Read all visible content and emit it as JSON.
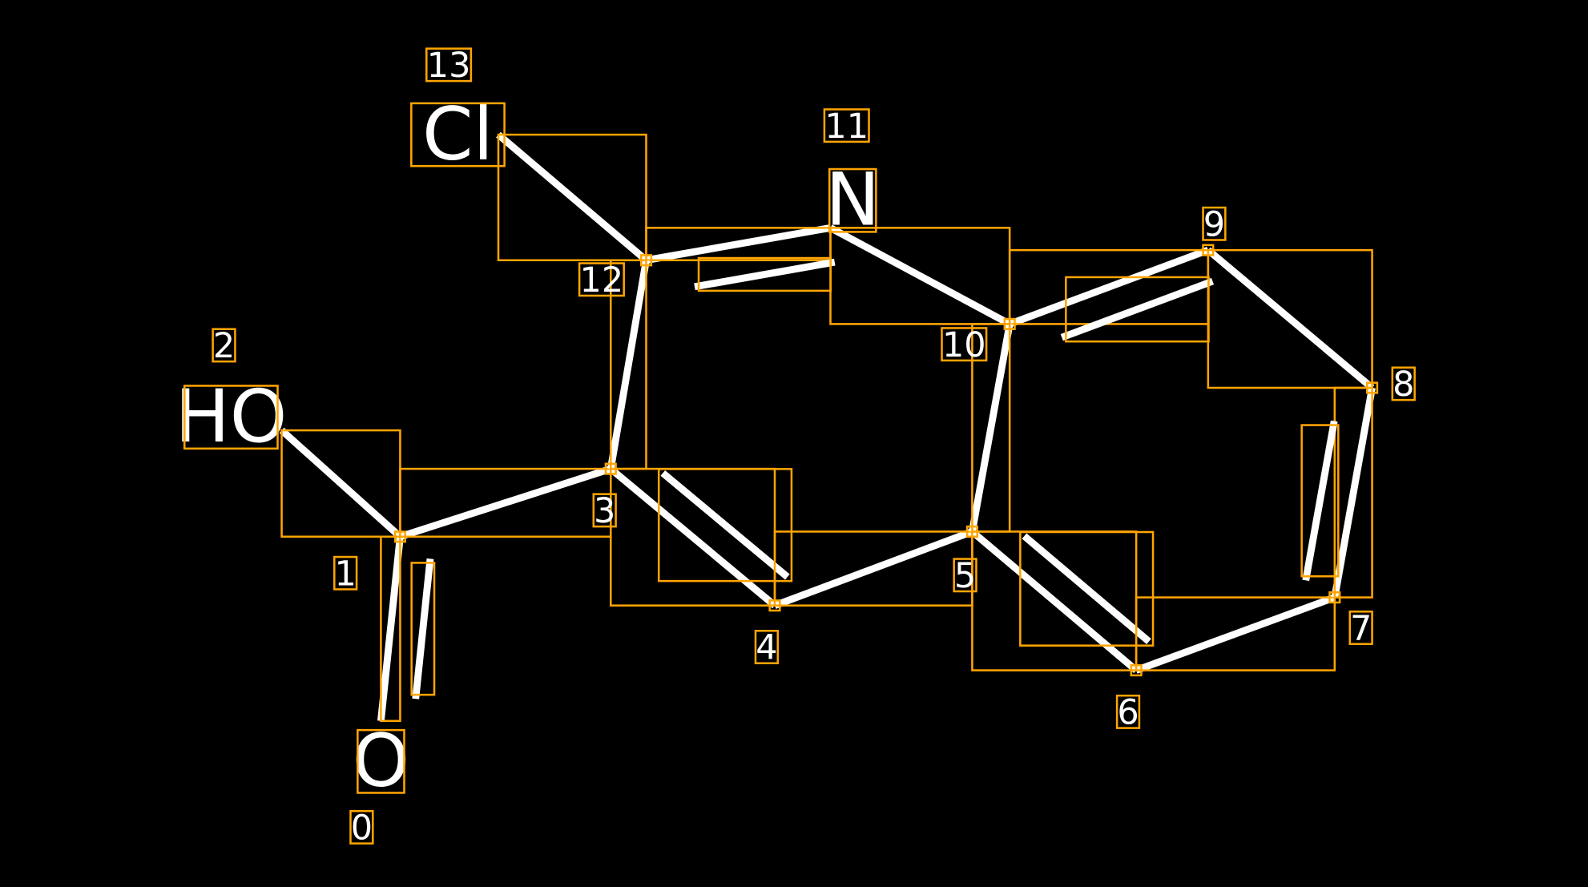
{
  "title": "Molecule structure with atom indices",
  "colors": {
    "background": "#000000",
    "bond": "#FFFFFF",
    "box": "#FFA500",
    "text": "#FFFFFF"
  },
  "atoms": [
    {
      "index": "0",
      "label": "O"
    },
    {
      "index": "1",
      "label": ""
    },
    {
      "index": "2",
      "label": "HO"
    },
    {
      "index": "3",
      "label": ""
    },
    {
      "index": "4",
      "label": ""
    },
    {
      "index": "5",
      "label": ""
    },
    {
      "index": "6",
      "label": ""
    },
    {
      "index": "7",
      "label": ""
    },
    {
      "index": "8",
      "label": ""
    },
    {
      "index": "9",
      "label": ""
    },
    {
      "index": "10",
      "label": ""
    },
    {
      "index": "11",
      "label": "N"
    },
    {
      "index": "12",
      "label": ""
    },
    {
      "index": "13",
      "label": "Cl"
    }
  ],
  "bonds": [
    {
      "from": 0,
      "to": 1,
      "order": 2
    },
    {
      "from": 1,
      "to": 2,
      "order": 1
    },
    {
      "from": 1,
      "to": 3,
      "order": 1
    },
    {
      "from": 3,
      "to": 4,
      "order": 2
    },
    {
      "from": 4,
      "to": 5,
      "order": 1
    },
    {
      "from": 5,
      "to": 6,
      "order": 2
    },
    {
      "from": 6,
      "to": 7,
      "order": 1
    },
    {
      "from": 7,
      "to": 8,
      "order": 2
    },
    {
      "from": 8,
      "to": 9,
      "order": 1
    },
    {
      "from": 9,
      "to": 10,
      "order": 2
    },
    {
      "from": 10,
      "to": 11,
      "order": 1
    },
    {
      "from": 11,
      "to": 12,
      "order": 2
    },
    {
      "from": 12,
      "to": 13,
      "order": 1
    },
    {
      "from": 12,
      "to": 3,
      "order": 1
    },
    {
      "from": 10,
      "to": 5,
      "order": 1
    }
  ]
}
